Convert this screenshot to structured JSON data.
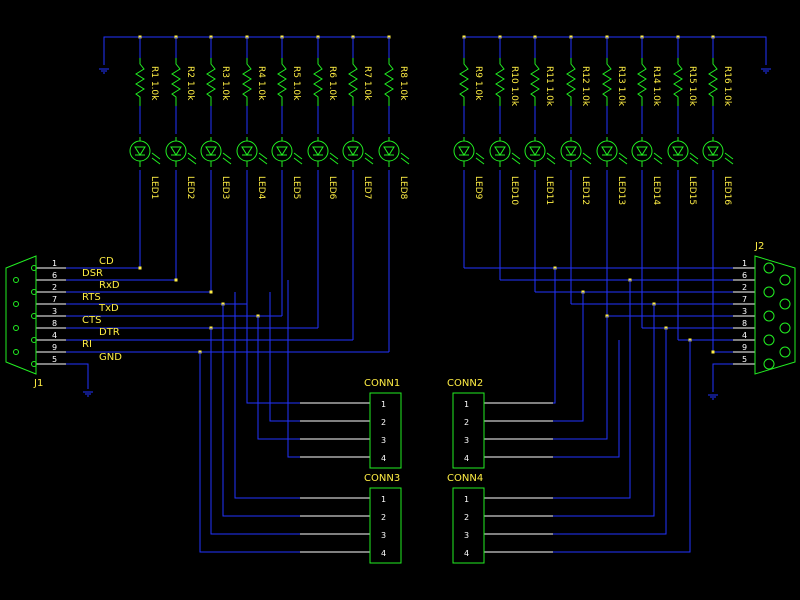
{
  "resistors_left": [
    {
      "ref": "R1",
      "value": "1.0k"
    },
    {
      "ref": "R2",
      "value": "1.0k"
    },
    {
      "ref": "R3",
      "value": "1.0k"
    },
    {
      "ref": "R4",
      "value": "1.0k"
    },
    {
      "ref": "R5",
      "value": "1.0k"
    },
    {
      "ref": "R6",
      "value": "1.0k"
    },
    {
      "ref": "R7",
      "value": "1.0k"
    },
    {
      "ref": "R8",
      "value": "1.0k"
    }
  ],
  "resistors_right": [
    {
      "ref": "R9",
      "value": "1.0k"
    },
    {
      "ref": "R10",
      "value": "1.0k"
    },
    {
      "ref": "R11",
      "value": "1.0k"
    },
    {
      "ref": "R12",
      "value": "1.0k"
    },
    {
      "ref": "R13",
      "value": "1.0k"
    },
    {
      "ref": "R14",
      "value": "1.0k"
    },
    {
      "ref": "R15",
      "value": "1.0k"
    },
    {
      "ref": "R16",
      "value": "1.0k"
    }
  ],
  "leds_left": [
    "LED1",
    "LED2",
    "LED3",
    "LED4",
    "LED5",
    "LED6",
    "LED7",
    "LED8"
  ],
  "leds_right": [
    "LED9",
    "LED10",
    "LED11",
    "LED12",
    "LED13",
    "LED14",
    "LED15",
    "LED16"
  ],
  "j1": {
    "ref": "J1",
    "pins": [
      "1",
      "6",
      "2",
      "7",
      "3",
      "8",
      "4",
      "9",
      "5"
    ],
    "signals": [
      "CD",
      "DSR",
      "RxD",
      "RTS",
      "TxD",
      "CTS",
      "DTR",
      "RI",
      "GND"
    ]
  },
  "j2": {
    "ref": "J2",
    "pins": [
      "1",
      "6",
      "2",
      "7",
      "3",
      "8",
      "4",
      "9",
      "5"
    ]
  },
  "conn_blocks": [
    {
      "ref": "CONN1",
      "pins": [
        "1",
        "2",
        "3",
        "4"
      ]
    },
    {
      "ref": "CONN2",
      "pins": [
        "1",
        "2",
        "3",
        "4"
      ]
    },
    {
      "ref": "CONN3",
      "pins": [
        "1",
        "2",
        "3",
        "4"
      ]
    },
    {
      "ref": "CONN4",
      "pins": [
        "1",
        "2",
        "3",
        "4"
      ]
    }
  ],
  "colors": {
    "background": "#000000",
    "wire": "#2233ff",
    "component": "#22ee22",
    "label": "#ffee44",
    "junction": "#ffee44",
    "pin": "#ffffff"
  }
}
